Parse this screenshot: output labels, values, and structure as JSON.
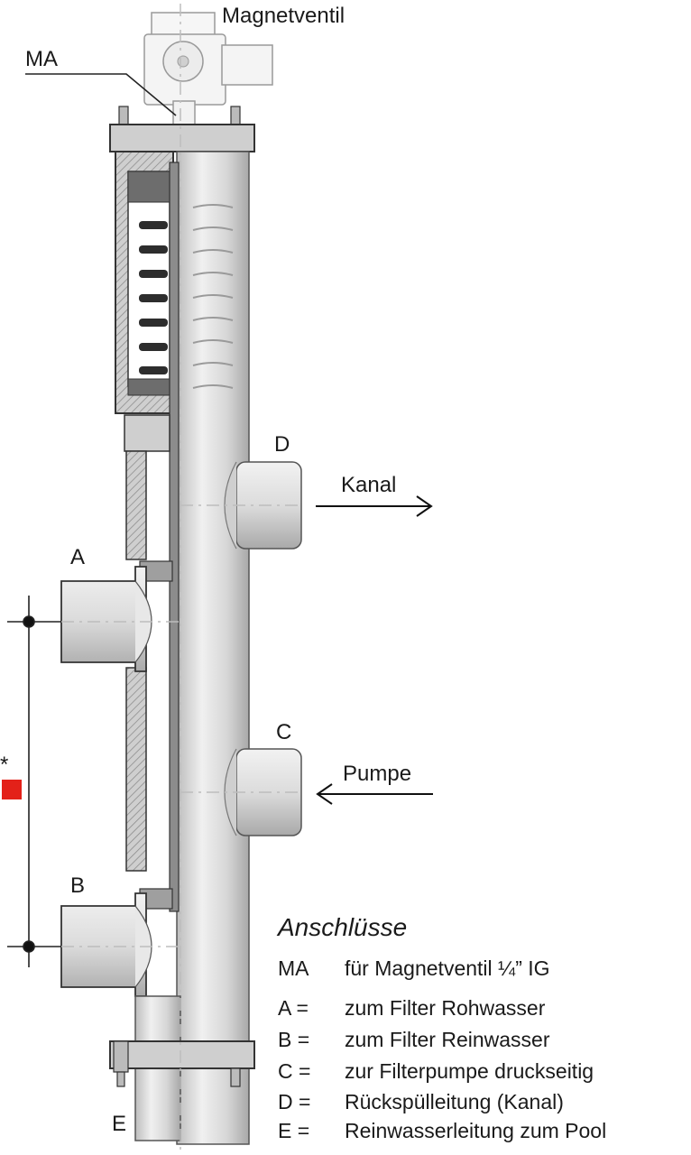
{
  "labels": {
    "magnetventil": "Magnetventil",
    "ma": "MA",
    "d": "D",
    "kanal": "Kanal",
    "a": "A",
    "c": "C",
    "pumpe": "Pumpe",
    "b": "B",
    "e": "E",
    "asterisk": "*"
  },
  "legend": {
    "title": "Anschlüsse",
    "rows": [
      {
        "key": "MA",
        "text": "für Magnetventil ¼” IG"
      },
      {
        "key": "A =",
        "text": "zum Filter Rohwasser"
      },
      {
        "key": "B =",
        "text": "zum Filter Reinwasser"
      },
      {
        "key": "C =",
        "text": "zur Filterpumpe druckseitig"
      },
      {
        "key": "D =",
        "text": "Rückspülleitung (Kanal)"
      },
      {
        "key": "E  =",
        "text": "Reinwasserleitung zum Pool"
      }
    ]
  },
  "colors": {
    "marker": "#e32119",
    "metal": "#d8d8d8",
    "metal_dark": "#9a9a9a",
    "outline": "#333333"
  }
}
